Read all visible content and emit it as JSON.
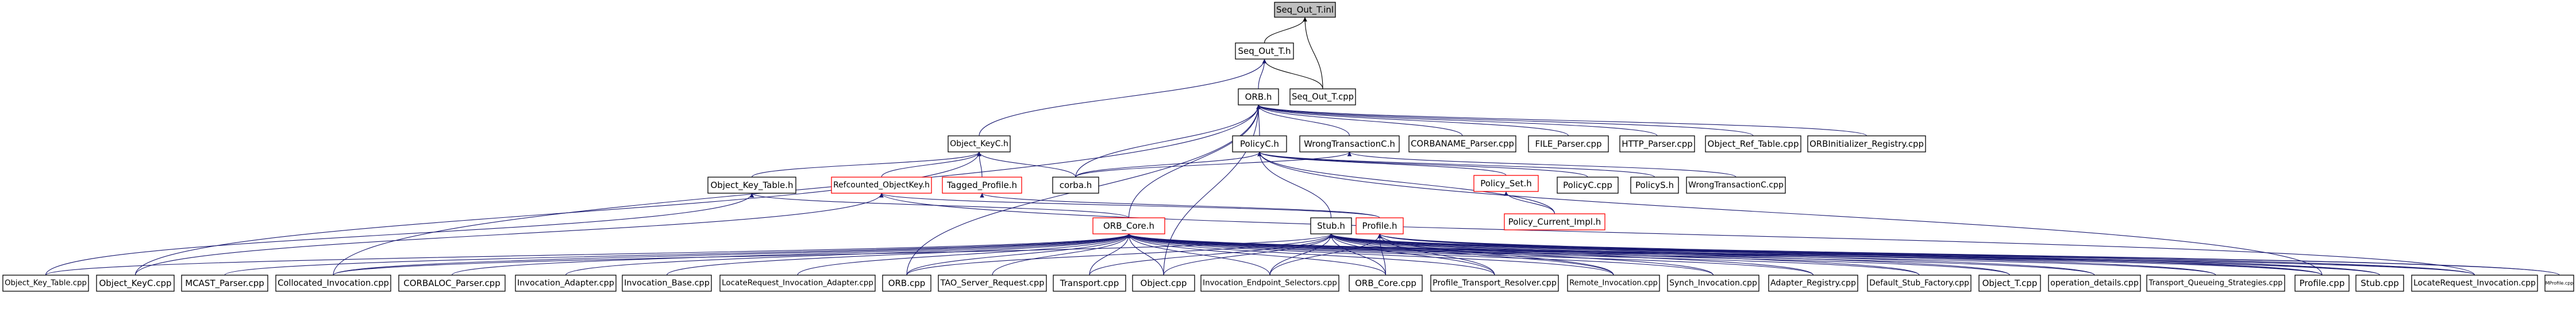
{
  "graph": {
    "title": "Seq_Out_T.inl",
    "nodes": [
      {
        "id": "n0",
        "label": "Seq_Out_T.inl",
        "root": true
      },
      {
        "id": "n1",
        "label": "Seq_Out_T.h"
      },
      {
        "id": "n2",
        "label": "ORB.h"
      },
      {
        "id": "n3",
        "label": "Seq_Out_T.cpp"
      },
      {
        "id": "n4",
        "label": "Object_KeyC.h"
      },
      {
        "id": "n5",
        "label": "WrongTransactionC.h"
      },
      {
        "id": "n6",
        "label": "CORBANAME_Parser.cpp"
      },
      {
        "id": "n7",
        "label": "FILE_Parser.cpp"
      },
      {
        "id": "n8",
        "label": "HTTP_Parser.cpp"
      },
      {
        "id": "n9",
        "label": "Object_Ref_Table.cpp"
      },
      {
        "id": "n10",
        "label": "ORBInitializer_Registry.cpp"
      },
      {
        "id": "n11",
        "label": "PolicyC.h"
      },
      {
        "id": "n12",
        "label": "Object_Key_Table.h"
      },
      {
        "id": "n13",
        "label": "Refcounted_ObjectKey.h",
        "red": true
      },
      {
        "id": "n14",
        "label": "Tagged_Profile.h",
        "red": true
      },
      {
        "id": "n15",
        "label": "corba.h"
      },
      {
        "id": "n16",
        "label": "Policy_Set.h",
        "red": true
      },
      {
        "id": "n17",
        "label": "PolicyC.cpp"
      },
      {
        "id": "n18",
        "label": "PolicyS.h"
      },
      {
        "id": "n19",
        "label": "WrongTransactionC.cpp"
      },
      {
        "id": "n20",
        "label": "Policy_Current_Impl.h",
        "red": true
      },
      {
        "id": "n21",
        "label": "ORB_Core.h",
        "red": true
      },
      {
        "id": "n22",
        "label": "Stub.h"
      },
      {
        "id": "n23",
        "label": "Profile.h",
        "red": true
      },
      {
        "id": "b0",
        "label": "Object_Key_Table.cpp"
      },
      {
        "id": "b1",
        "label": "Object_KeyC.cpp"
      },
      {
        "id": "b2",
        "label": "MCAST_Parser.cpp"
      },
      {
        "id": "b3",
        "label": "Collocated_Invocation.cpp"
      },
      {
        "id": "b4",
        "label": "CORBALOC_Parser.cpp"
      },
      {
        "id": "b5",
        "label": "Invocation_Adapter.cpp"
      },
      {
        "id": "b6",
        "label": "Invocation_Base.cpp"
      },
      {
        "id": "b7",
        "label": "LocateRequest_Invocation_Adapter.cpp"
      },
      {
        "id": "b8",
        "label": "ORB.cpp"
      },
      {
        "id": "b9",
        "label": "TAO_Server_Request.cpp"
      },
      {
        "id": "b10",
        "label": "Transport.cpp"
      },
      {
        "id": "b11",
        "label": "Object.cpp"
      },
      {
        "id": "b12",
        "label": "Invocation_Endpoint_Selectors.cpp"
      },
      {
        "id": "b13",
        "label": "ORB_Core.cpp"
      },
      {
        "id": "b14",
        "label": "Profile_Transport_Resolver.cpp"
      },
      {
        "id": "b15",
        "label": "Remote_Invocation.cpp"
      },
      {
        "id": "b16",
        "label": "Synch_Invocation.cpp"
      },
      {
        "id": "b17",
        "label": "Adapter_Registry.cpp"
      },
      {
        "id": "b18",
        "label": "Default_Stub_Factory.cpp"
      },
      {
        "id": "b19",
        "label": "Object_T.cpp"
      },
      {
        "id": "b20",
        "label": "operation_details.cpp"
      },
      {
        "id": "b21",
        "label": "Transport_Queueing_Strategies.cpp"
      },
      {
        "id": "b22",
        "label": "Profile.cpp"
      },
      {
        "id": "b23",
        "label": "Stub.cpp"
      },
      {
        "id": "b24",
        "label": "LocateRequest_Invocation.cpp"
      },
      {
        "id": "b25",
        "label": "MProfile.cpp"
      }
    ],
    "edges": [
      [
        "n1",
        "n0"
      ],
      [
        "n3",
        "n0"
      ],
      [
        "n2",
        "n1"
      ],
      [
        "n3",
        "n1"
      ],
      [
        "n4",
        "n1"
      ],
      [
        "n5",
        "n2"
      ],
      [
        "n6",
        "n2"
      ],
      [
        "n7",
        "n2"
      ],
      [
        "n8",
        "n2"
      ],
      [
        "n9",
        "n2"
      ],
      [
        "n10",
        "n2"
      ],
      [
        "n11",
        "n2"
      ],
      [
        "n15",
        "n2"
      ],
      [
        "n21",
        "n2"
      ],
      [
        "b8",
        "n2"
      ],
      [
        "b3",
        "n2"
      ],
      [
        "b11",
        "n2"
      ],
      [
        "n12",
        "n4"
      ],
      [
        "n13",
        "n4"
      ],
      [
        "n14",
        "n4"
      ],
      [
        "n15",
        "n4"
      ],
      [
        "b1",
        "n4"
      ],
      [
        "n15",
        "n5"
      ],
      [
        "n19",
        "n5"
      ],
      [
        "n16",
        "n11"
      ],
      [
        "n17",
        "n11"
      ],
      [
        "n18",
        "n11"
      ],
      [
        "n15",
        "n11"
      ],
      [
        "n22",
        "n11"
      ],
      [
        "n20",
        "n11"
      ],
      [
        "b22",
        "n11"
      ],
      [
        "n20",
        "n16"
      ],
      [
        "b0",
        "n12"
      ],
      [
        "n21",
        "n12"
      ],
      [
        "n23",
        "n13"
      ],
      [
        "b24",
        "n13"
      ],
      [
        "b1",
        "n13"
      ],
      [
        "n23",
        "n14"
      ],
      [
        "b0",
        "n21"
      ],
      [
        "b2",
        "n21"
      ],
      [
        "b3",
        "n21"
      ],
      [
        "b4",
        "n21"
      ],
      [
        "b5",
        "n21"
      ],
      [
        "b6",
        "n21"
      ],
      [
        "b7",
        "n21"
      ],
      [
        "b8",
        "n21"
      ],
      [
        "b9",
        "n21"
      ],
      [
        "b10",
        "n21"
      ],
      [
        "b11",
        "n21"
      ],
      [
        "b12",
        "n21"
      ],
      [
        "b13",
        "n21"
      ],
      [
        "b14",
        "n21"
      ],
      [
        "b15",
        "n21"
      ],
      [
        "b16",
        "n21"
      ],
      [
        "b17",
        "n21"
      ],
      [
        "b18",
        "n21"
      ],
      [
        "b19",
        "n21"
      ],
      [
        "b20",
        "n21"
      ],
      [
        "b21",
        "n21"
      ],
      [
        "b22",
        "n21"
      ],
      [
        "b23",
        "n21"
      ],
      [
        "b24",
        "n21"
      ],
      [
        "b3",
        "n22"
      ],
      [
        "b11",
        "n22"
      ],
      [
        "b12",
        "n22"
      ],
      [
        "b13",
        "n22"
      ],
      [
        "b14",
        "n22"
      ],
      [
        "b15",
        "n22"
      ],
      [
        "b16",
        "n22"
      ],
      [
        "b17",
        "n22"
      ],
      [
        "b18",
        "n22"
      ],
      [
        "b19",
        "n22"
      ],
      [
        "b20",
        "n22"
      ],
      [
        "b21",
        "n22"
      ],
      [
        "b22",
        "n22"
      ],
      [
        "b23",
        "n22"
      ],
      [
        "b24",
        "n22"
      ],
      [
        "b25",
        "n22"
      ],
      [
        "b10",
        "n22"
      ],
      [
        "b8",
        "n22"
      ],
      [
        "b14",
        "n23"
      ],
      [
        "b15",
        "n23"
      ],
      [
        "b22",
        "n23"
      ],
      [
        "b23",
        "n23"
      ],
      [
        "b24",
        "n23"
      ],
      [
        "b25",
        "n23"
      ],
      [
        "b12",
        "n23"
      ],
      [
        "b13",
        "n23"
      ]
    ],
    "colors": {
      "root_fill": "#bfbfbf",
      "node_border": "#000000",
      "node_border_red": "#ff0000",
      "edge": "#191970"
    }
  }
}
